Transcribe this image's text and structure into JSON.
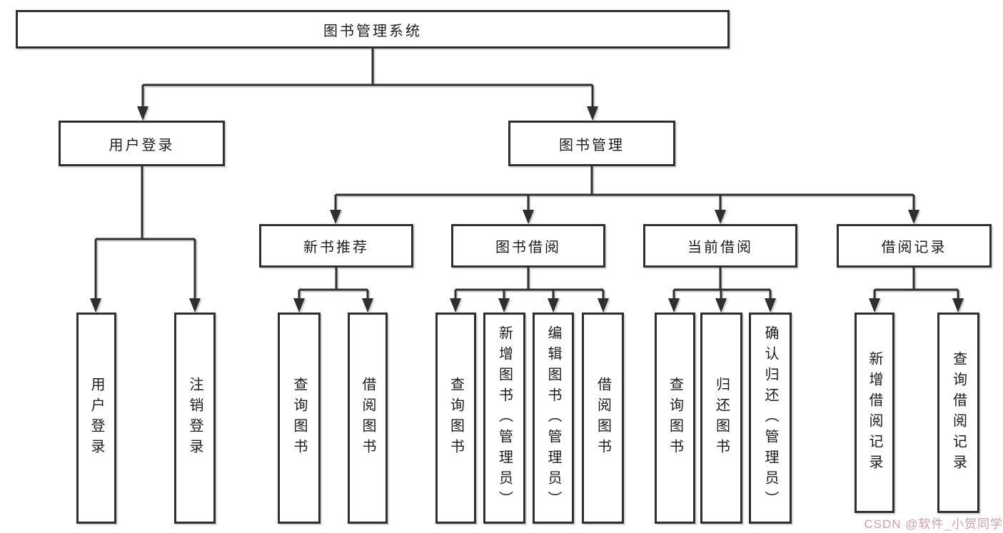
{
  "diagram": {
    "root": {
      "label": "图书管理系统"
    },
    "level2": [
      {
        "label": "用户登录"
      },
      {
        "label": "图书管理"
      }
    ],
    "level3": [
      {
        "label": "新书推荐"
      },
      {
        "label": "图书借阅"
      },
      {
        "label": "当前借阅"
      },
      {
        "label": "借阅记录"
      }
    ],
    "leaves": [
      {
        "label": "用户登录"
      },
      {
        "label": "注销登录"
      },
      {
        "label": "查询图书"
      },
      {
        "label": "借阅图书"
      },
      {
        "label": "查询图书"
      },
      {
        "label": "新增图书（管理员）"
      },
      {
        "label": "编辑图书（管理员）"
      },
      {
        "label": "借阅图书"
      },
      {
        "label": "查询图书"
      },
      {
        "label": "归还图书"
      },
      {
        "label": "确认归还（管理员）"
      },
      {
        "label": "新增借阅记录"
      },
      {
        "label": "查询借阅记录"
      }
    ],
    "colors": {
      "line": "#2f2f2f",
      "border": "#2f2f2f",
      "text": "#1c1c1c",
      "background": "#ffffff",
      "watermark": "#cfa0a9"
    }
  },
  "watermark": {
    "text": "CSDN @软件_小贺同学"
  }
}
